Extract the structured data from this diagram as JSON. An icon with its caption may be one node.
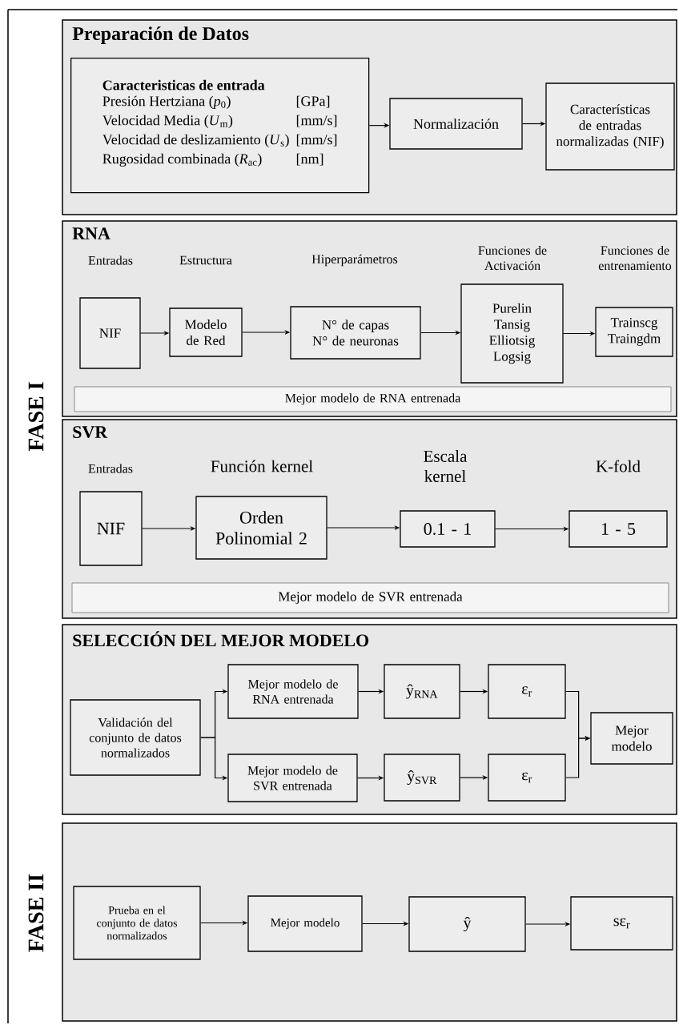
{
  "diagram": {
    "nodes": [
      {
        "text": [
          "Preparación de Datos"
        ]
      },
      {
        "text": [
          "Caracteristicas de entrada",
          "Presión Hertziana (*p*$_{0}$)",
          "[GPa]",
          "Velocidad Media (*U*$_{m}$)",
          "[mm/s]",
          "Velocidad de deslizamiento (*U*$_{s}$)",
          "[mm/s]",
          "Rugosidad combinada (*R*$_{ac}$)",
          "[nm]"
        ],
        "in": 0
      },
      {
        "text": [
          "Normalización"
        ],
        "in": 0
      },
      {
        "text": [
          "Características de entradas normalizadas (NIF)"
        ],
        "in": 0
      },
      {
        "text": [
          "RNA"
        ]
      },
      {
        "text": [
          "NIF"
        ],
        "beside": [
          "Entradas"
        ],
        "in": 4
      },
      {
        "text": [
          "Modelo de Red"
        ],
        "beside": [
          "Estructura"
        ],
        "in": 4
      },
      {
        "text": [
          "N° de capas",
          "N° de neuronas"
        ],
        "beside": [
          "Hiperparámetros"
        ],
        "in": 4
      },
      {
        "text": [
          "Purelin",
          "Tansig",
          "Elliotsig",
          "Logsig"
        ],
        "beside": [
          "Funciones de Activación"
        ],
        "in": 4
      },
      {
        "text": [
          "Trainscg",
          "Traingdm"
        ],
        "beside": [
          "Funciones de entrenamiento"
        ],
        "in": 4
      },
      {
        "text": [
          "Mejor modelo de RNA entrenada"
        ],
        "in": 4
      },
      {
        "text": [
          "SVR"
        ]
      },
      {
        "text": [
          "NIF"
        ],
        "beside": [
          "Entradas"
        ],
        "in": 11
      },
      {
        "text": [
          "Orden Polinomial 2"
        ],
        "beside": [
          "Función kernel"
        ],
        "in": 11
      },
      {
        "text": [
          "0.1 - 1"
        ],
        "beside": [
          "Escala kernel"
        ],
        "in": 11
      },
      {
        "text": [
          "1 - 5"
        ],
        "beside": [
          "K-fold"
        ],
        "in": 11
      },
      {
        "text": [
          "Mejor modelo de SVR entrenada"
        ],
        "in": 11
      },
      {
        "text": [
          "SELECCIÓN DEL MEJOR MODELO"
        ]
      },
      {
        "text": [
          "Validación del conjunto de datos normalizados"
        ],
        "in": 17
      },
      {
        "text": [
          "Mejor modelo de RNA entrenada"
        ],
        "in": 17
      },
      {
        "text": [
          "ŷ$_{RNA}$"
        ],
        "in": 17
      },
      {
        "text": [
          "ε$_{r}$"
        ],
        "in": 17
      },
      {
        "text": [
          "Mejor modelo de SVR entrenada"
        ],
        "in": 17
      },
      {
        "text": [
          "ŷ$_{SVR}$"
        ],
        "in": 17
      },
      {
        "text": [
          "ε$_{r}$"
        ],
        "in": 17
      },
      {
        "text": [
          "Mejor modelo"
        ],
        "in": 17
      },
      {
        "text": [],
        "shape": "box"
      },
      {
        "text": [
          "Prueba en el conjunto de datos normalizados"
        ],
        "in": 26
      },
      {
        "text": [
          "Mejor modelo"
        ],
        "in": 26
      },
      {
        "text": [
          "ŷ"
        ],
        "in": 26
      },
      {
        "text": [
          "sε$_{r}$"
        ],
        "in": 26
      }
    ],
    "edges": [
      {
        "from": 1,
        "to": 2,
        "arrow": "to"
      },
      {
        "from": 2,
        "to": 3,
        "arrow": "to"
      },
      {
        "from": 5,
        "to": 6,
        "arrow": "to"
      },
      {
        "from": 6,
        "to": 7,
        "arrow": "to"
      },
      {
        "from": 7,
        "to": 8,
        "arrow": "to"
      },
      {
        "from": 8,
        "to": 9,
        "arrow": "to"
      },
      {
        "from": 12,
        "to": 13,
        "arrow": "to"
      },
      {
        "from": 13,
        "to": 14,
        "arrow": "to"
      },
      {
        "from": 14,
        "to": 15,
        "arrow": "to"
      },
      {
        "from": 18,
        "to": 19,
        "arrow": "to"
      },
      {
        "from": 18,
        "to": 22,
        "arrow": "to"
      },
      {
        "from": 19,
        "to": 20,
        "arrow": "to"
      },
      {
        "from": 20,
        "to": 21,
        "arrow": "to"
      },
      {
        "from": 22,
        "to": 23,
        "arrow": "to"
      },
      {
        "from": 23,
        "to": 24,
        "arrow": "to"
      },
      {
        "from": 21,
        "to": 25,
        "arrow": "to"
      },
      {
        "from": 24,
        "to": 25,
        "arrow": "to"
      },
      {
        "from": 27,
        "to": 28,
        "arrow": "to"
      },
      {
        "from": 28,
        "to": 29,
        "arrow": "to"
      },
      {
        "from": 29,
        "to": 30,
        "arrow": "to"
      }
    ],
    "labels": [
      "FASE I",
      "FASE II"
    ]
  }
}
